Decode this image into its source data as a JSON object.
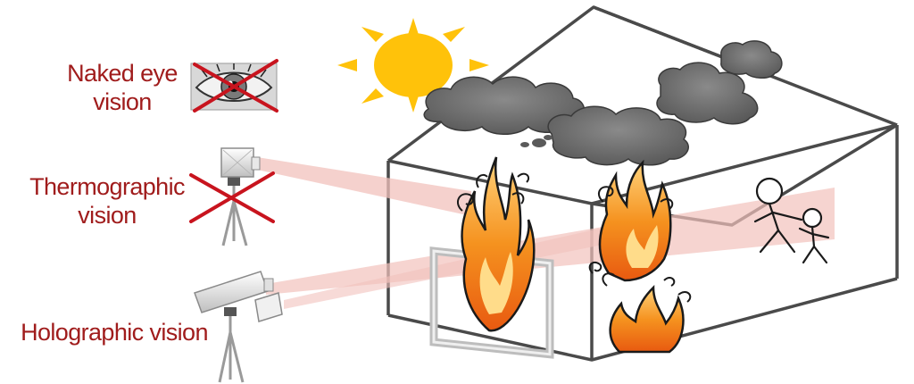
{
  "labels": {
    "naked_eye": {
      "line1": "Naked eye",
      "line2": "vision"
    },
    "thermographic": {
      "line1": "Thermographic",
      "line2": "vision"
    },
    "holographic": {
      "line1": "Holographic vision"
    }
  },
  "colors": {
    "label_text": "#a01c1c",
    "cross": "#c8141e",
    "sun": "#ffc20a",
    "smoke": "#6b6b6b",
    "house_line": "#4a4a4a",
    "beam": "#f2c2bc",
    "flame_outer": "#f5821f",
    "flame_inner": "#ffd27a"
  },
  "icons": [
    "eye-icon",
    "thermal-camera-icon",
    "holographic-camera-icon",
    "sun-icon",
    "smoke-cloud-icon",
    "flame-icon",
    "person-icon",
    "window-icon"
  ]
}
